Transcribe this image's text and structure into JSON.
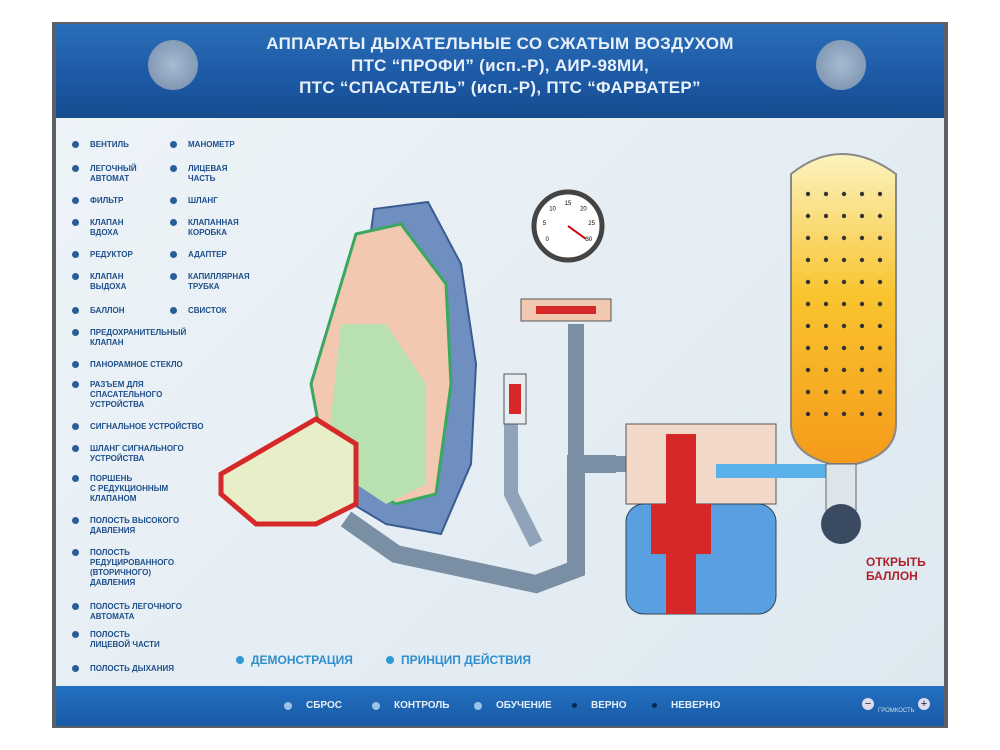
{
  "header": {
    "title_lines": [
      "АППАРАТЫ ДЫХАТЕЛЬНЫЕ СО СЖАТЫМ ВОЗДУХОМ",
      "ПТС “ПРОФИ” (исп.-Р), АИР-98МИ,",
      "ПТС “СПАСАТЕЛЬ” (исп.-Р), ПТС “ФАРВАТЕР”"
    ]
  },
  "legend_left": [
    "ВЕНТИЛЬ",
    "ЛЕГОЧНЫЙ\nАВТОМАТ",
    "ФИЛЬТР",
    "КЛАПАН\nВДОХА",
    "РЕДУКТОР",
    "КЛАПАН\nВЫДОХА",
    "БАЛЛОН",
    "ПРЕДОХРАНИТЕЛЬНЫЙ\nКЛАПАН",
    "ПАНОРАМНОЕ СТЕКЛО",
    "РАЗЪЕМ ДЛЯ\nСПАСАТЕЛЬНОГО\nУСТРОЙСТВА",
    "СИГНАЛЬНОЕ УСТРОЙСТВО",
    "ШЛАНГ СИГНАЛЬНОГО\nУСТРОЙСТВА",
    "ПОРШЕНЬ\nС РЕДУКЦИОННЫМ\nКЛАПАНОМ",
    "ПОЛОСТЬ ВЫСОКОГО\nДАВЛЕНИЯ",
    "ПОЛОСТЬ\nРЕДУЦИРОВАННОГО\n(ВТОРИЧНОГО)\nДАВЛЕНИЯ",
    "ПОЛОСТЬ ЛЕГОЧНОГО\nАВТОМАТА",
    "ПОЛОСТЬ\nЛИЦЕВОЙ ЧАСТИ",
    "ПОЛОСТЬ ДЫХАНИЯ"
  ],
  "legend_right": [
    "МАНОМЕТР",
    "ЛИЦЕВАЯ\nЧАСТЬ",
    "ШЛАНГ",
    "КЛАПАННАЯ\nКОРОБКА",
    "АДАПТЕР",
    "КАПИЛЛЯРНАЯ\nТРУБКА",
    "СВИСТОК"
  ],
  "modes": {
    "demo": "ДЕМОНСТРАЦИЯ",
    "principle": "ПРИНЦИП ДЕЙСТВИЯ"
  },
  "open_cylinder": "ОТКРЫТЬ\nБАЛЛОН",
  "footer": {
    "reset": "СБРОС",
    "control": "КОНТРОЛЬ",
    "training": "ОБУЧЕНИЕ",
    "correct": "ВЕРНО",
    "wrong": "НЕВЕРНО",
    "volume": "ГРОМКОСТЬ"
  },
  "gauge_ticks": [
    "0",
    "5",
    "10",
    "15",
    "20",
    "25",
    "30"
  ],
  "colors": {
    "header": "#1c58a4",
    "cylinder": "#f5a623",
    "high_pressure": "#d62828",
    "face": "#f2c8b0",
    "green": "#3aa860"
  }
}
